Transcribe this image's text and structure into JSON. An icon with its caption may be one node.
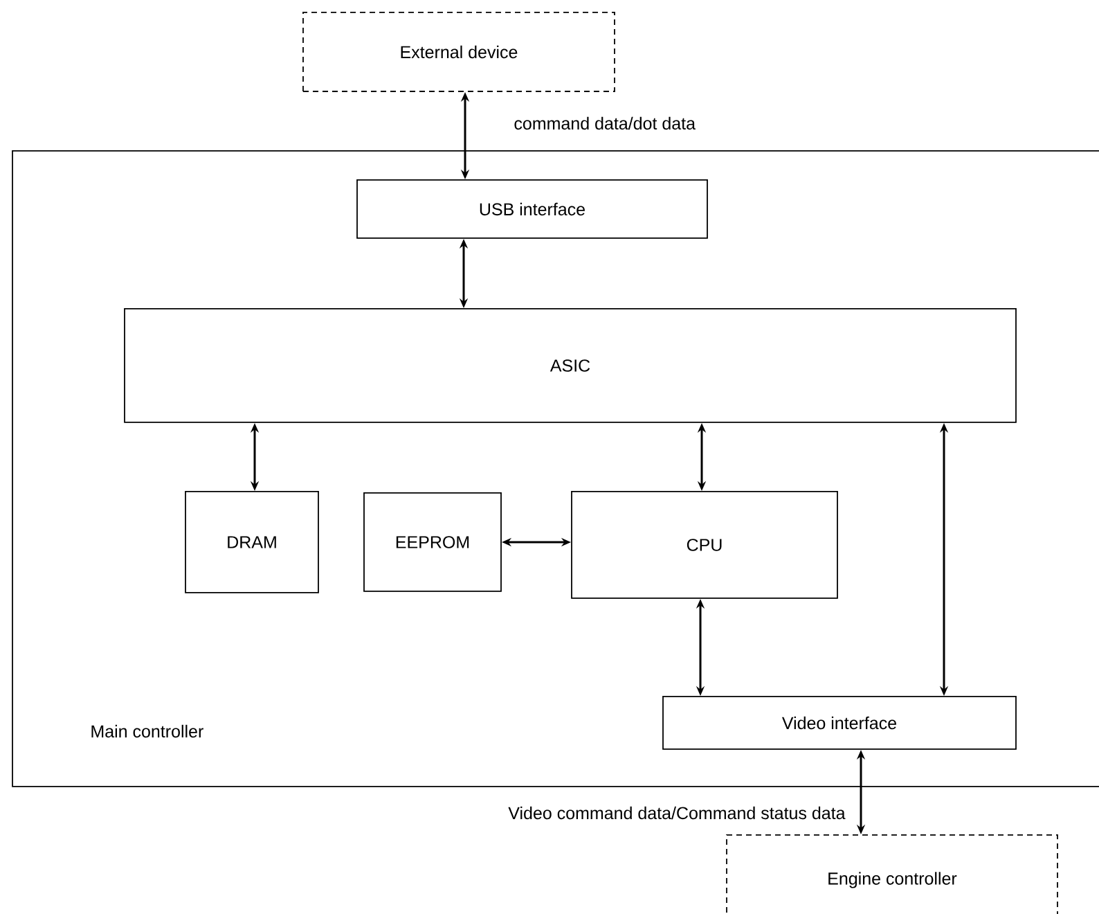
{
  "diagram": {
    "nodes": [
      {
        "text": [
          "External device"
        ]
      },
      {
        "text": [
          "Main controller"
        ]
      },
      {
        "text": [
          "USB interface"
        ],
        "in": 1
      },
      {
        "text": [
          "ASIC"
        ],
        "in": 1
      },
      {
        "text": [
          "DRAM"
        ],
        "in": 1
      },
      {
        "text": [
          "EEPROM"
        ],
        "in": 1
      },
      {
        "text": [
          "CPU"
        ],
        "in": 1
      },
      {
        "text": [
          "Video interface"
        ],
        "in": 1
      },
      {
        "text": [
          "Engine controller"
        ]
      }
    ],
    "edges": [
      {
        "from": 0,
        "to": 2,
        "arrow": "both",
        "label": "command data/dot data"
      },
      {
        "from": 2,
        "to": 3,
        "arrow": "both"
      },
      {
        "from": 3,
        "to": 4,
        "arrow": "both"
      },
      {
        "from": 5,
        "to": 6,
        "arrow": "both"
      },
      {
        "from": 3,
        "to": 6,
        "arrow": "both"
      },
      {
        "from": 6,
        "to": 7,
        "arrow": "both"
      },
      {
        "from": 3,
        "to": 7,
        "arrow": "both"
      },
      {
        "from": 7,
        "to": 8,
        "arrow": "both",
        "label": "Video command data/Command status data"
      }
    ]
  }
}
